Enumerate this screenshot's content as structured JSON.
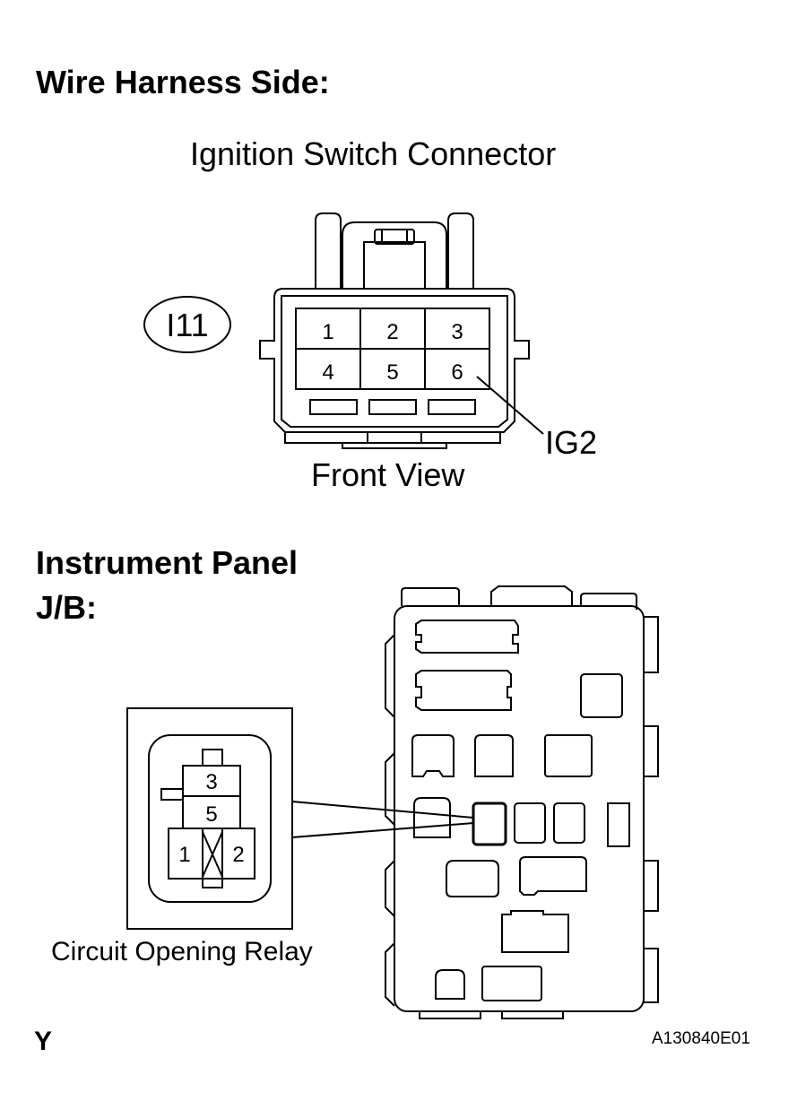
{
  "harness": {
    "heading": "Wire Harness Side:",
    "connector_title": "Ignition Switch Connector",
    "connector_code": "I11",
    "pins": [
      "1",
      "2",
      "3",
      "4",
      "5",
      "6"
    ],
    "callout": "IG2",
    "view_label": "Front View"
  },
  "junction_block": {
    "heading_line1": "Instrument Panel",
    "heading_line2": "J/B:",
    "relay_pins": {
      "top": "3",
      "middle": "5",
      "left": "1",
      "right": "2"
    },
    "relay_label": "Circuit Opening Relay"
  },
  "footer": {
    "left_mark": "Y",
    "figure_id": "A130840E01"
  }
}
